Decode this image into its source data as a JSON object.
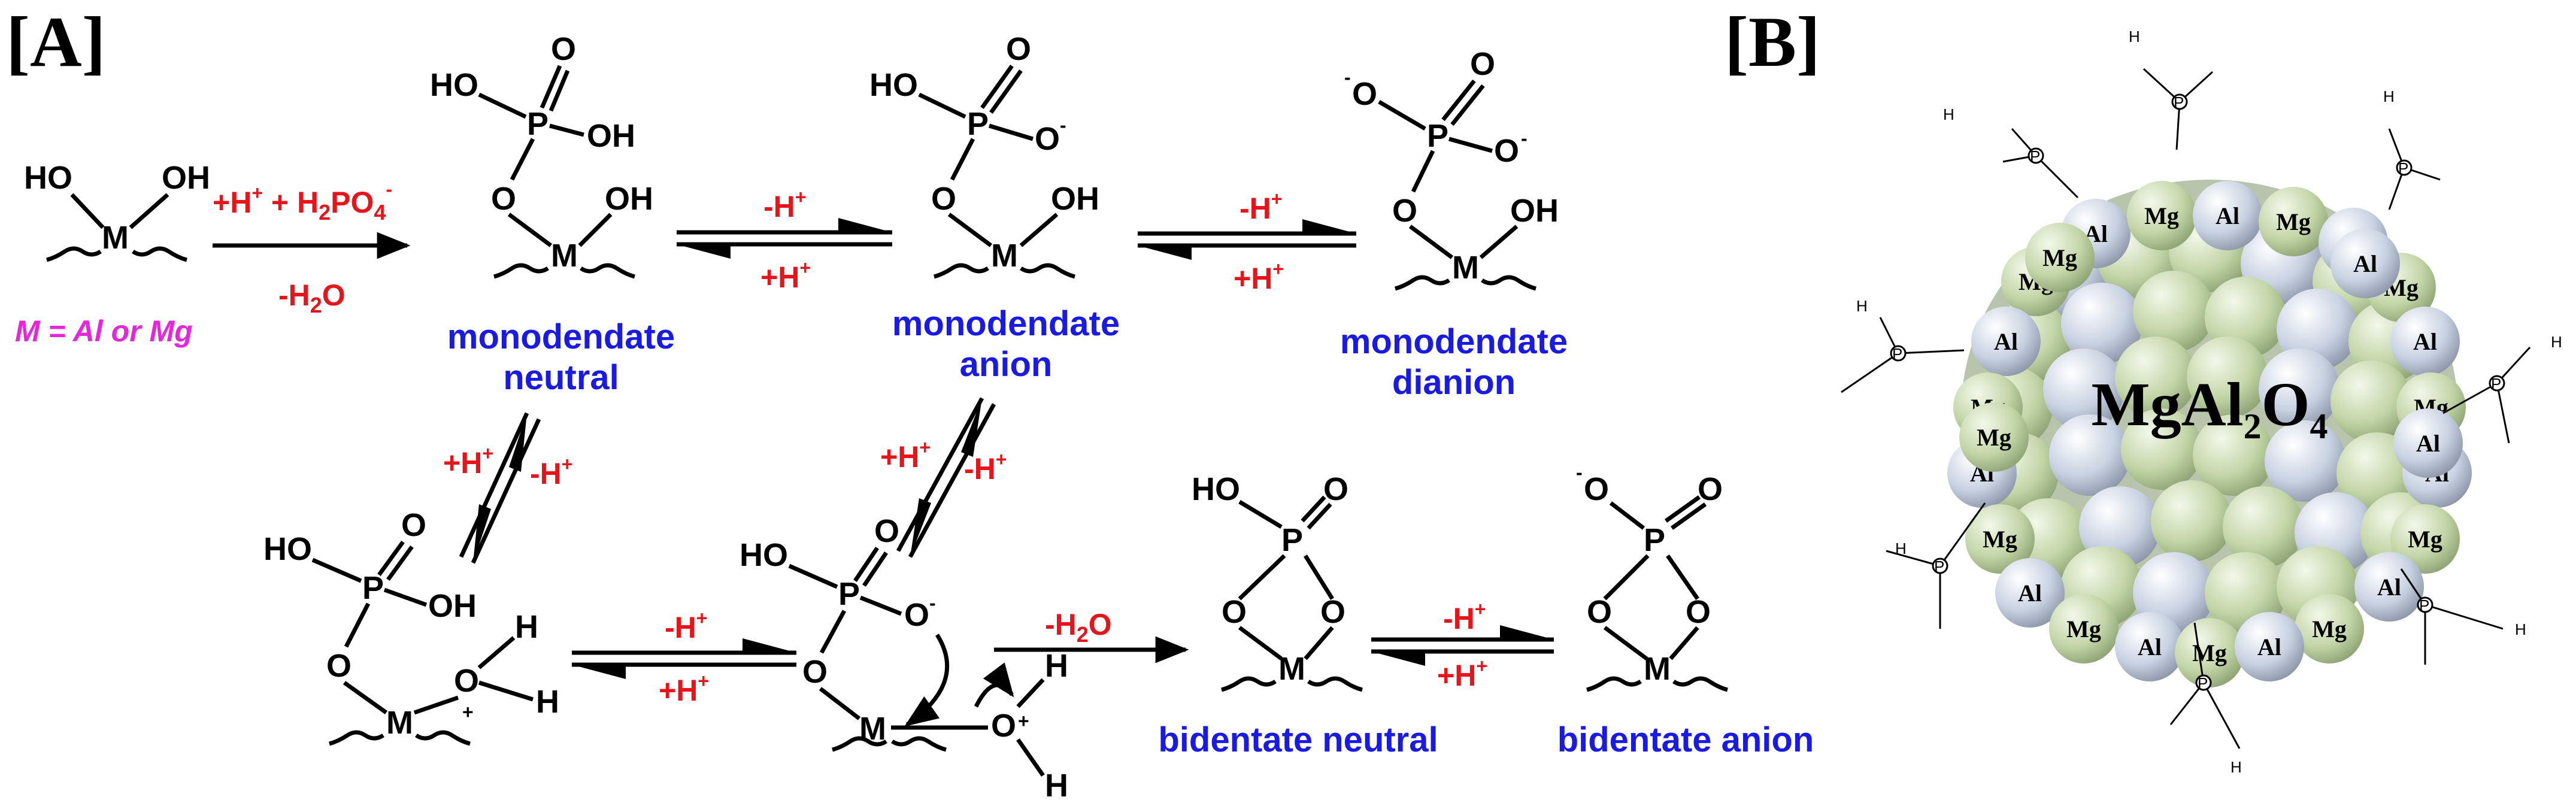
{
  "panels": {
    "a": "[A]",
    "b": "[B]"
  },
  "atoms": {
    "HO": "HO",
    "OH": "OH",
    "O": "O",
    "P": "P",
    "M": "M",
    "H": "H",
    "minus": "-",
    "plus": "+"
  },
  "reagents": {
    "add_prefix": "+H",
    "add_plus": "+",
    "add_mid": " + H",
    "add_sub": "2",
    "add_po": "PO",
    "add_sub4": "4",
    "add_minus": "-",
    "minus_water_a": "-H",
    "water_sub": "2",
    "water_o": "O",
    "minus_h": "-H",
    "plus_h": "+H",
    "sup_plus": "+"
  },
  "metal_note": "M = Al or Mg",
  "labels": {
    "mono_neutral_1": "monodendate",
    "mono_neutral_2": "neutral",
    "mono_anion_1": "monodendate",
    "mono_anion_2": "anion",
    "mono_dianion_1": "monodendate",
    "mono_dianion_2": "dianion",
    "bi_neutral": "bidentate neutral",
    "bi_anion": "bidentate anion"
  },
  "nanoparticle": {
    "formula_main": "MgAl",
    "formula_sub2": "2",
    "formula_o": "O",
    "formula_sub4": "4",
    "ball_labels": [
      "Al",
      "Mg",
      "Al",
      "Mg",
      "Al",
      "Mg",
      "Mg",
      "Al",
      "Al",
      "Mg",
      "Mg",
      "Al",
      "Al",
      "Mg",
      "Mg",
      "Al",
      "Al",
      "Mg",
      "Mg",
      "Al",
      "Mg",
      "Al",
      "Mg",
      "Al",
      "Mg",
      "Al"
    ],
    "colors": {
      "green": "#c3d6a8",
      "blue": "#c8d2e2"
    }
  },
  "colors": {
    "red": "#e8141b",
    "blue": "#1a1ae6",
    "magenta": "#e626d9"
  }
}
